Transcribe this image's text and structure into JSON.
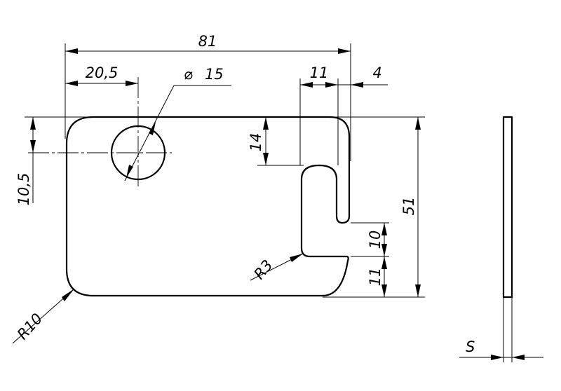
{
  "dimensions": {
    "overall_width": "81",
    "hole_offset_x": "20,5",
    "hole_diameter": "15",
    "slot_width": "11",
    "tab_width": "4",
    "slot_depth": "14",
    "hole_offset_y": "10,5",
    "overall_height": "51",
    "notch_height": "10",
    "bottom_offset": "11",
    "corner_radius": "R10",
    "inner_radius": "R3",
    "thickness": "S"
  },
  "symbols": {
    "diameter": "⌀"
  }
}
